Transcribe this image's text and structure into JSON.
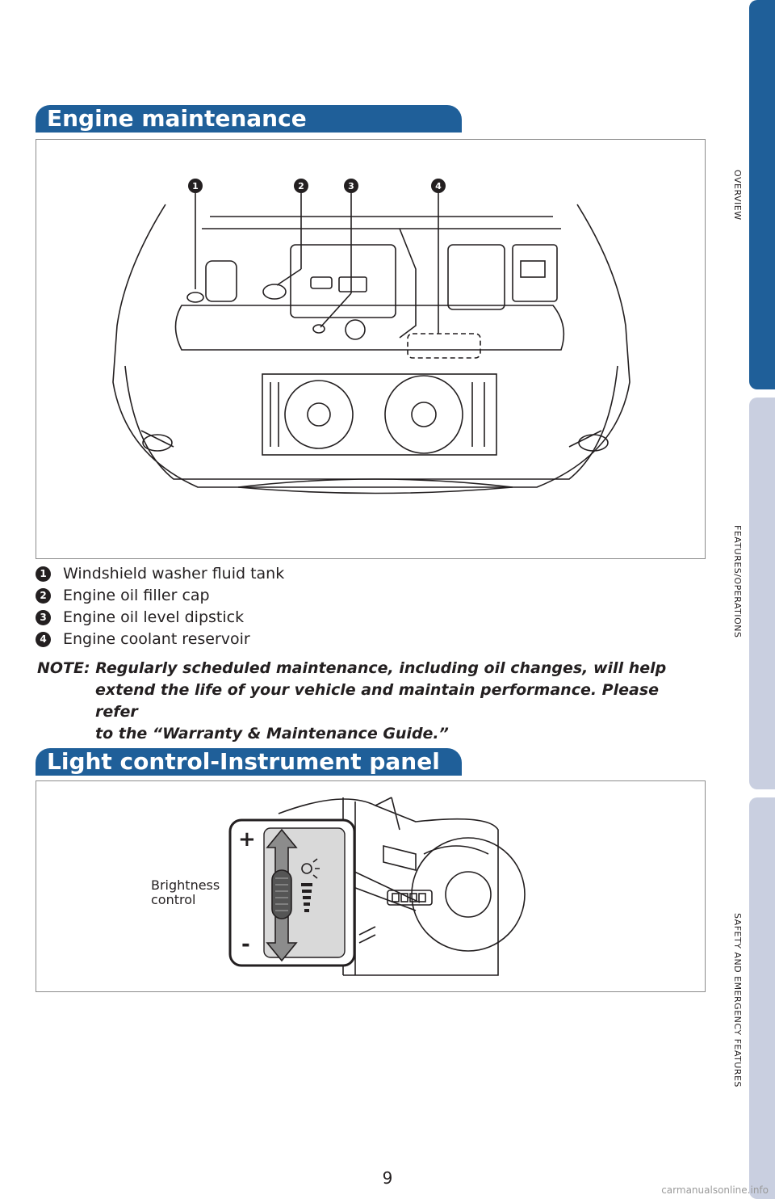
{
  "sections": {
    "engine_title": "Engine maintenance",
    "light_title": "Light control-Instrument panel"
  },
  "engine_items": [
    {
      "num": "1",
      "label": "Windshield washer fluid tank"
    },
    {
      "num": "2",
      "label": "Engine oil filler cap"
    },
    {
      "num": "3",
      "label": "Engine oil level dipstick"
    },
    {
      "num": "4",
      "label": "Engine coolant reservoir"
    }
  ],
  "note": {
    "prefix": "NOTE:",
    "line1": "Regularly scheduled maintenance, including oil changes, will help",
    "line2": "extend the life of your vehicle and maintain performance. Please refer",
    "line3": "to the “Warranty & Maintenance Guide.”"
  },
  "light_panel": {
    "caption_line1": "Brightness",
    "caption_line2": "control",
    "plus_symbol": "+",
    "minus_symbol": "-"
  },
  "side_tabs": {
    "overview": "OVERVIEW",
    "features": "FEATURES/OPERATIONS",
    "safety": "SAFETY AND EMERGENCY FEATURES"
  },
  "colors": {
    "section_tab": "#1f5f99",
    "side_tab_active": "#1f5f99",
    "side_tab_inactive": "#c9cfe0"
  },
  "page_number": "9",
  "watermark": "carmanualsonline.info"
}
